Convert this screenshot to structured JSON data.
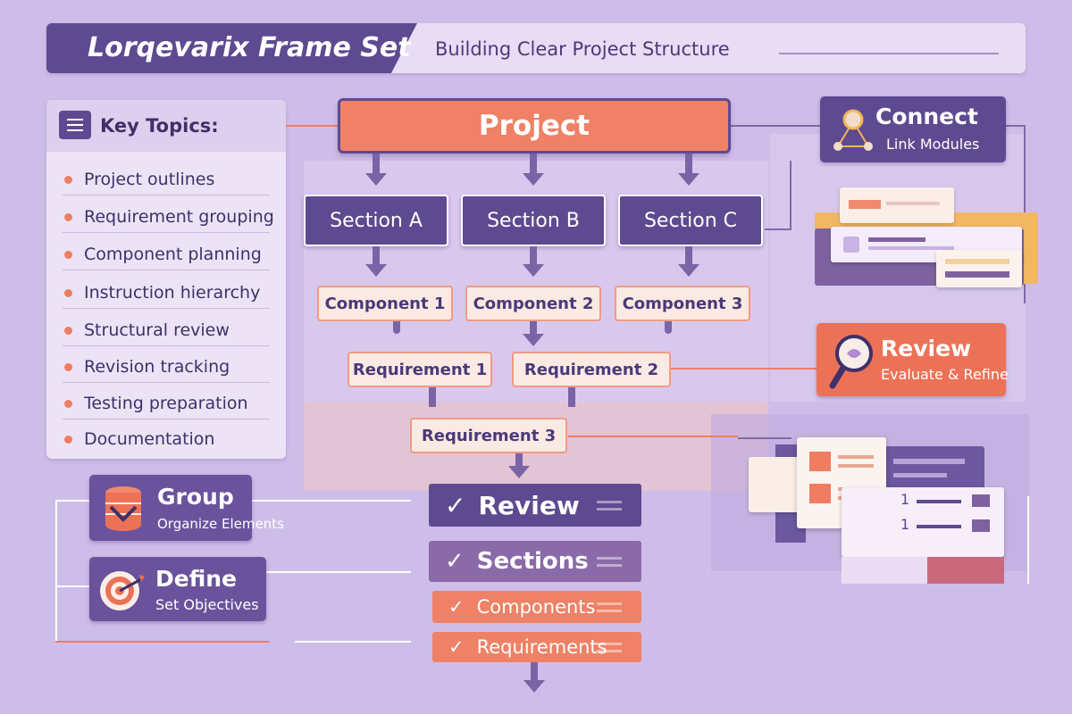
{
  "header": {
    "title": "Lorqevarix Frame Set",
    "subtitle": "Building Clear Project Structure"
  },
  "topics": {
    "title": "Key Topics:",
    "items": [
      "Project outlines",
      "Requirement grouping",
      "Component planning",
      "Instruction hierarchy",
      "Structural review",
      "Revision tracking",
      "Testing preparation",
      "Documentation"
    ]
  },
  "diagram": {
    "root": "Project",
    "sections": [
      "Section A",
      "Section B",
      "Section C"
    ],
    "components": [
      "Component 1",
      "Component 2",
      "Component 3"
    ],
    "requirements": [
      "Requirement 1",
      "Requirement 2",
      "Requirement 3"
    ]
  },
  "callouts": {
    "connect": {
      "title": "Connect",
      "subtitle": "Link Modules"
    },
    "review": {
      "title": "Review",
      "subtitle": "Evaluate & Refine"
    },
    "group": {
      "title": "Group",
      "subtitle": "Organize Elements"
    },
    "define": {
      "title": "Define",
      "subtitle": "Set Objectives"
    }
  },
  "checklist": {
    "check_glyph": "✓",
    "items": [
      "Review",
      "Sections",
      "Components",
      "Requirements"
    ]
  },
  "list_numbers": [
    "1",
    "1"
  ],
  "colors": {
    "purple": "#5e4a90",
    "coral": "#ee8166",
    "background": "#cfbde9",
    "cream": "#fbe9e3"
  },
  "icons": {
    "topics": "menu-icon",
    "connect": "network-node-icon",
    "review": "magnifier-icon",
    "group": "database-icon",
    "define": "target-icon"
  }
}
